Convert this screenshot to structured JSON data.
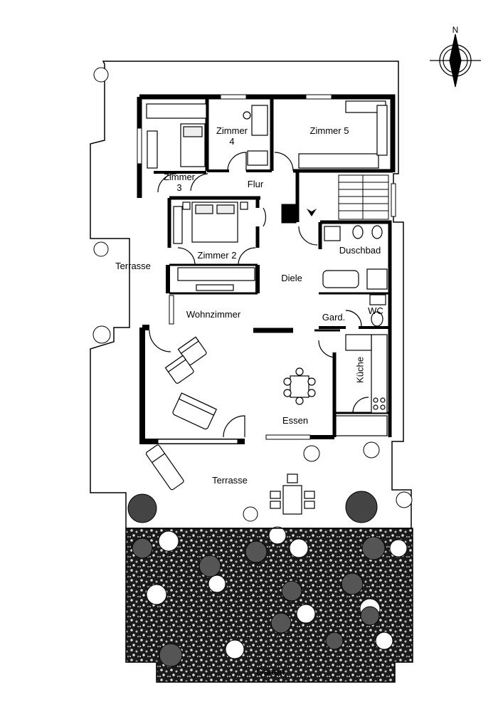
{
  "compass": {
    "north_letter": "N"
  },
  "rooms": {
    "zimmer4": "Zimmer\n4",
    "zimmer5": "Zimmer 5",
    "zimmer3": "Zimmer\n3",
    "flur": "Flur",
    "zimmer2": "Zimmer 2",
    "duschbad": "Duschbad",
    "terrasse_west": "Terrasse",
    "diele": "Diele",
    "wohnzimmer": "Wohnzimmer",
    "gard": "Gard.",
    "wc": "WC",
    "kueche": "Küche",
    "essen": "Essen",
    "terrasse_south": "Terrasse",
    "garten": "Garten"
  }
}
